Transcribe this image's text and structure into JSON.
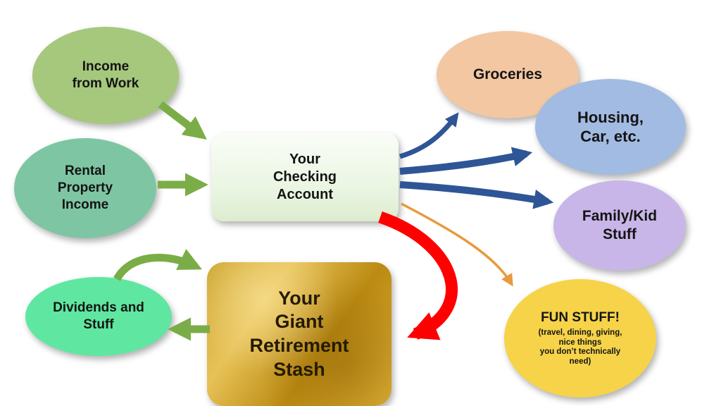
{
  "diagram": {
    "description": "Cash flow diagram from income sources through checking account to spending categories and retirement savings",
    "background": "#ffffff",
    "nodes": {
      "income_work": {
        "label": "Income\nfrom Work",
        "fill": "#a6c87d",
        "shape": "ellipse"
      },
      "rental_income": {
        "label": "Rental\nProperty\nIncome",
        "fill": "#7ec6a3",
        "shape": "ellipse"
      },
      "checking": {
        "label": "Your\nChecking\nAccount",
        "fill": "#e8f4df",
        "shape": "rounded-rect"
      },
      "groceries": {
        "label": "Groceries",
        "fill": "#f2c7a2",
        "shape": "ellipse"
      },
      "housing": {
        "label": "Housing,\nCar, etc.",
        "fill": "#a2bbe2",
        "shape": "ellipse"
      },
      "family_kid": {
        "label": "Family/Kid\nStuff",
        "fill": "#c8b6e8",
        "shape": "ellipse"
      },
      "fun_stuff": {
        "title": "FUN STUFF!",
        "subtitle": "(travel, dining, giving,\nnice things\nyou don’t technically\nneed)",
        "fill": "#f6d348",
        "shape": "ellipse"
      },
      "retirement": {
        "label": "Your\nGiant\nRetirement\nStash",
        "fill": "#d9a41d",
        "shape": "rounded-rect"
      },
      "dividends": {
        "label": "Dividends and\nStuff",
        "fill": "#5fe7a1",
        "shape": "ellipse"
      }
    },
    "arrows": {
      "colors": {
        "green": "#7aad47",
        "blue": "#2e5596",
        "orange": "#e89a3c",
        "red": "#fe0000"
      },
      "edges": [
        {
          "from": "income_work",
          "to": "checking",
          "color": "green"
        },
        {
          "from": "rental_income",
          "to": "checking",
          "color": "green"
        },
        {
          "from": "checking",
          "to": "groceries",
          "color": "blue"
        },
        {
          "from": "checking",
          "to": "housing",
          "color": "blue"
        },
        {
          "from": "checking",
          "to": "family_kid",
          "color": "blue"
        },
        {
          "from": "checking",
          "to": "fun_stuff",
          "color": "orange"
        },
        {
          "from": "checking",
          "to": "retirement",
          "color": "red"
        },
        {
          "from": "dividends",
          "to": "retirement",
          "color": "green"
        },
        {
          "from": "retirement",
          "to": "dividends",
          "color": "green"
        }
      ]
    }
  }
}
